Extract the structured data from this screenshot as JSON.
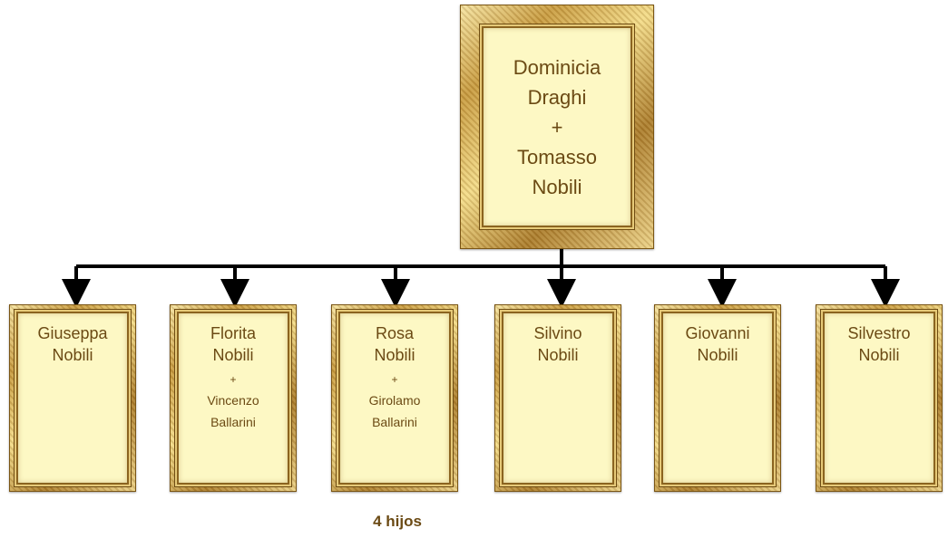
{
  "parents": {
    "lines": [
      "Dominicia",
      "Draghi",
      "+",
      "Tomasso",
      "Nobili"
    ]
  },
  "children": [
    {
      "first": "Giuseppa",
      "last": "Nobili",
      "plus": "",
      "spouse_first": "",
      "spouse_last": ""
    },
    {
      "first": "Florita",
      "last": "Nobili",
      "plus": "+",
      "spouse_first": "Vincenzo",
      "spouse_last": "Ballarini"
    },
    {
      "first": "Rosa",
      "last": "Nobili",
      "plus": "+",
      "spouse_first": "Girolamo",
      "spouse_last": "Ballarini"
    },
    {
      "first": "Silvino",
      "last": "Nobili",
      "plus": "",
      "spouse_first": "",
      "spouse_last": ""
    },
    {
      "first": "Giovanni",
      "last": "Nobili",
      "plus": "",
      "spouse_first": "",
      "spouse_last": ""
    },
    {
      "first": "Silvestro",
      "last": "Nobili",
      "plus": "",
      "spouse_first": "",
      "spouse_last": ""
    }
  ],
  "note": "4 hijos",
  "colors": {
    "text": "#6b4a14",
    "card": "#fdf8c4",
    "connector": "#000000"
  }
}
